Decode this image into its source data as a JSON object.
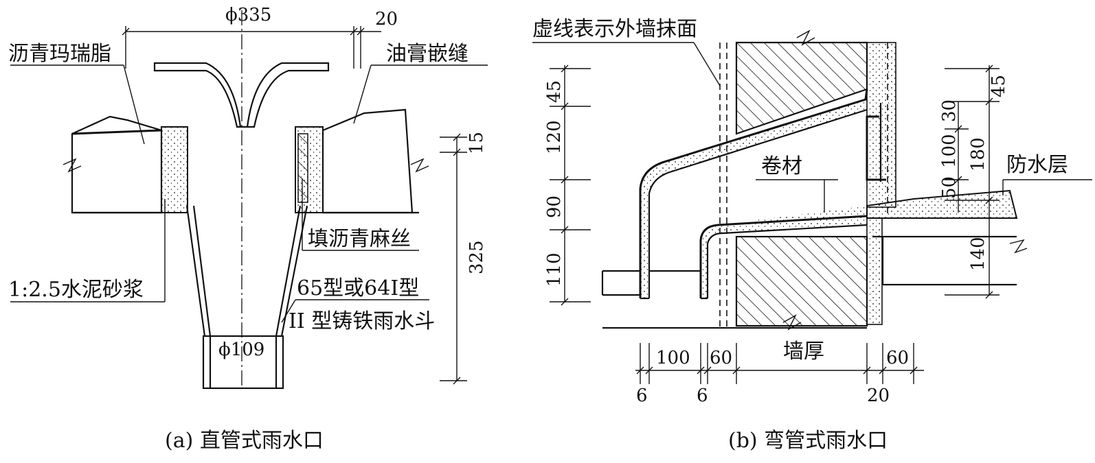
{
  "left_diagram": {
    "caption": "(a) 直管式雨水口",
    "labels": {
      "asphalt_mastic": "沥青玛瑞脂",
      "ointment_seal": "油膏嵌缝",
      "asphalt_hemp": "填沥青麻丝",
      "cement_mortar": "1:2.5水泥砂浆",
      "model_line1": "65型或64I型",
      "model_line2": "II 型铸铁雨水斗"
    },
    "dims": {
      "top_diameter": "ϕ335",
      "edge_20": "20",
      "right_15": "15",
      "height_325": "325",
      "bottom_diameter": "ϕ109"
    }
  },
  "right_diagram": {
    "caption": "(b) 弯管式雨水口",
    "labels": {
      "dashed_note": "虚线表示外墙抹面",
      "membrane": "卷材",
      "waterproof": "防水层",
      "wall_thickness": "墙厚"
    },
    "dims_left": [
      "45",
      "120",
      "90",
      "110"
    ],
    "dims_right": [
      "45",
      "30",
      "100",
      "180",
      "50",
      "140"
    ],
    "dims_bottom": [
      "100",
      "60",
      "60"
    ],
    "dims_bottom_small": [
      "6",
      "6",
      "20"
    ]
  },
  "colors": {
    "ink": "#111111",
    "paper": "#ffffff"
  }
}
